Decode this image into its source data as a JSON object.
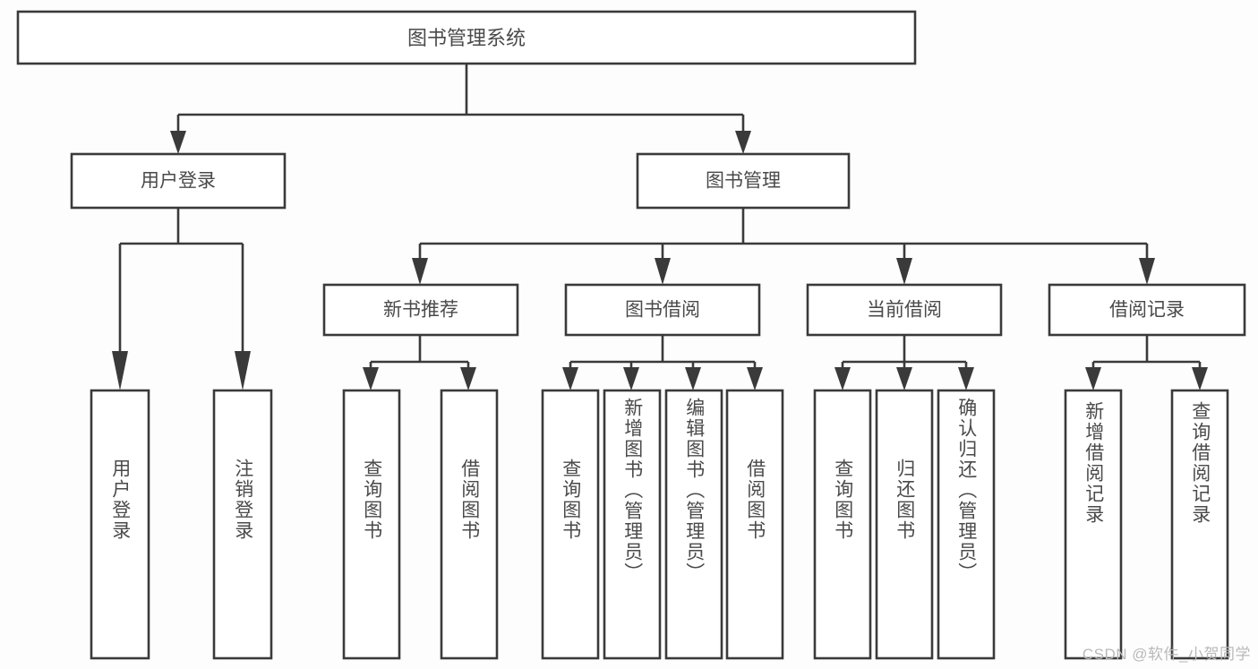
{
  "diagram": {
    "type": "tree",
    "title": "图书管理系统",
    "watermark": "CSDN @软件_小贺同学",
    "colors": {
      "stroke": "#3a3a3a",
      "box_fill": "#ffffff",
      "text": "#4a4a4a",
      "background": "#fdfdfd",
      "watermark": "#b9b9b9"
    },
    "root": {
      "label": "图书管理系统",
      "orientation": "horizontal"
    },
    "level2": [
      {
        "label": "用户登录",
        "orientation": "horizontal"
      },
      {
        "label": "图书管理",
        "orientation": "horizontal"
      }
    ],
    "level3": [
      {
        "label": "新书推荐",
        "orientation": "horizontal"
      },
      {
        "label": "图书借阅",
        "orientation": "horizontal"
      },
      {
        "label": "当前借阅",
        "orientation": "horizontal"
      },
      {
        "label": "借阅记录",
        "orientation": "horizontal"
      }
    ],
    "leaves": {
      "user_login": [
        {
          "label": "用户登录",
          "orientation": "vertical"
        },
        {
          "label": "注销登录",
          "orientation": "vertical"
        }
      ],
      "new_book_recommend": [
        {
          "label": "查询图书",
          "orientation": "vertical"
        },
        {
          "label": "借阅图书",
          "orientation": "vertical"
        }
      ],
      "book_borrow": [
        {
          "label": "查询图书",
          "orientation": "vertical"
        },
        {
          "label": "新增图书（管理员）",
          "orientation": "vertical"
        },
        {
          "label": "编辑图书（管理员）",
          "orientation": "vertical"
        },
        {
          "label": "借阅图书",
          "orientation": "vertical"
        }
      ],
      "current_borrow": [
        {
          "label": "查询图书",
          "orientation": "vertical"
        },
        {
          "label": "归还图书",
          "orientation": "vertical"
        },
        {
          "label": "确认归还（管理员）",
          "orientation": "vertical"
        }
      ],
      "borrow_record": [
        {
          "label": "新增借阅记录",
          "orientation": "vertical"
        },
        {
          "label": "查询借阅记录",
          "orientation": "vertical"
        }
      ]
    }
  }
}
